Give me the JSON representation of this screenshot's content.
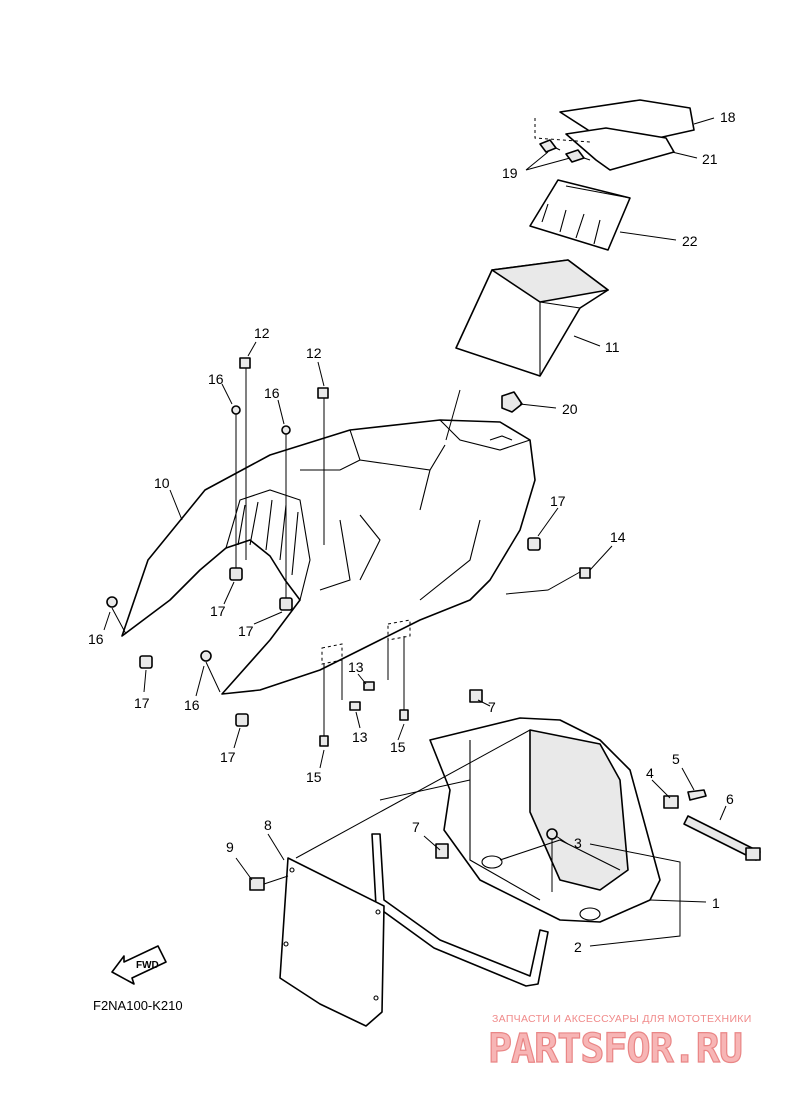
{
  "diagram_code": "F2NA100-K210",
  "fwd_label": "FWD",
  "watermark": {
    "subtitle": "ЗАПЧАСТИ И АКСЕССУАРЫ ДЛЯ МОТОТЕХНИКИ",
    "brand": "PARTSFOR.RU"
  },
  "callouts": {
    "c1": "1",
    "c2": "2",
    "c3": "3",
    "c4": "4",
    "c5": "5",
    "c6": "6",
    "c7a": "7",
    "c7b": "7",
    "c8": "8",
    "c9": "9",
    "c10": "10",
    "c11": "11",
    "c12a": "12",
    "c12b": "12",
    "c13a": "13",
    "c13b": "13",
    "c14": "14",
    "c15a": "15",
    "c15b": "15",
    "c16a": "16",
    "c16b": "16",
    "c16c": "16",
    "c16d": "16",
    "c17a": "17",
    "c17b": "17",
    "c17c": "17",
    "c17d": "17",
    "c17e": "17",
    "c18": "18",
    "c19": "19",
    "c20": "20",
    "c21": "21",
    "c22": "22"
  }
}
